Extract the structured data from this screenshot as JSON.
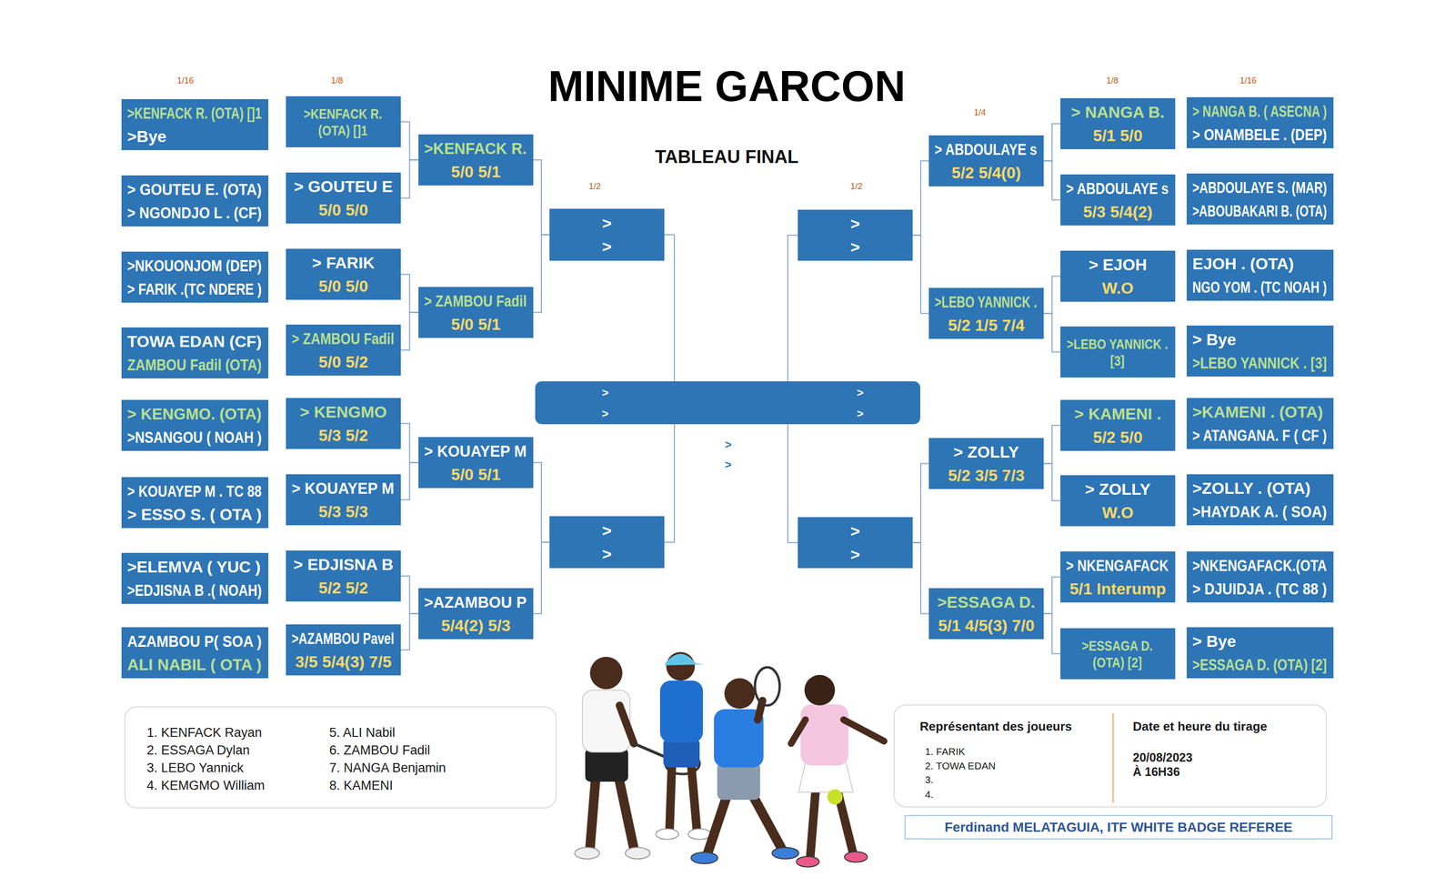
{
  "diagram": {
    "title": "MINIME GARCON",
    "nodes": [
      {
        "text": [
          ">KENFACK R. (OTA) []1",
          ">Bye"
        ]
      },
      {
        "text": [
          "> GOUTEU E. (OTA)",
          "> NGONDJO L . (CF)"
        ]
      },
      {
        "text": [
          ">NKOUONJOM (DEP)",
          "> FARIK .(TC NDERE )"
        ]
      },
      {
        "text": [
          "TOWA EDAN (CF)",
          "ZAMBOU Fadil (OTA)"
        ]
      },
      {
        "text": [
          "> KENGMO. (OTA)",
          ">NSANGOU ( NOAH )"
        ]
      },
      {
        "text": [
          "> KOUAYEP M . TC 88",
          "> ESSO S. ( OTA )"
        ]
      },
      {
        "text": [
          ">ELEMVA ( YUC )",
          ">EDJISNA B .( NOAH)"
        ]
      },
      {
        "text": [
          "AZAMBOU P( SOA )",
          "ALI NABIL ( OTA )"
        ]
      },
      {
        "text": [
          ">KENFACK R. (OTA) []1"
        ]
      },
      {
        "text": [
          "> GOUTEU E",
          "5/0 5/0"
        ]
      },
      {
        "text": [
          "> FARIK",
          "5/0 5/0"
        ]
      },
      {
        "text": [
          "> ZAMBOU Fadil",
          "5/0 5/2"
        ]
      },
      {
        "text": [
          "> KENGMO",
          "5/3 5/2"
        ]
      },
      {
        "text": [
          "> KOUAYEP M",
          "5/3 5/3"
        ]
      },
      {
        "text": [
          "> EDJISNA B",
          "5/2 5/2"
        ]
      },
      {
        "text": [
          ">AZAMBOU Pavel",
          "3/5 5/4(3) 7/5"
        ]
      },
      {
        "text": [
          ">KENFACK R.",
          "5/0 5/1"
        ]
      },
      {
        "text": [
          "> ZAMBOU Fadil",
          "5/0 5/1"
        ]
      },
      {
        "text": [
          "> KOUAYEP M",
          "5/0 5/1"
        ]
      },
      {
        "text": [
          ">AZAMBOU P",
          "5/4(2) 5/3"
        ]
      },
      {
        "text": [
          ">",
          ">"
        ]
      },
      {
        "text": [
          ">",
          ">"
        ]
      },
      {
        "text": [
          ">",
          ">",
          ">",
          ">"
        ]
      },
      {
        "text": [
          ">",
          ">"
        ]
      },
      {
        "text": [
          ">",
          ">"
        ]
      },
      {
        "text": [
          "> ABDOULAYE s",
          "5/2 5/4(0)"
        ]
      },
      {
        "text": [
          ">LEBO YANNICK .",
          "5/2 1/5 7/4"
        ]
      },
      {
        "text": [
          "> ZOLLY",
          "5/2 3/5 7/3"
        ]
      },
      {
        "text": [
          ">ESSAGA D.",
          "5/1 4/5(3) 7/0"
        ]
      },
      {
        "text": [
          "> NANGA B.",
          "5/1 5/0"
        ]
      },
      {
        "text": [
          "> ABDOULAYE s",
          "5/3 5/4(2)"
        ]
      },
      {
        "text": [
          "> EJOH",
          "W.O"
        ]
      },
      {
        "text": [
          ">LEBO YANNICK . [3]"
        ]
      },
      {
        "text": [
          "> KAMENI .",
          "5/2 5/0"
        ]
      },
      {
        "text": [
          "> ZOLLY",
          "W.O"
        ]
      },
      {
        "text": [
          "> NKENGAFACK",
          "5/1 Interump"
        ]
      },
      {
        "text": [
          ">ESSAGA D. (OTA) [2]"
        ]
      },
      {
        "text": [
          "> NANGA B. ( ASECNA )",
          "> ONAMBELE . (DEP)"
        ]
      },
      {
        "text": [
          ">ABDOULAYE S. (MAR)",
          ">ABOUBAKARI B. (OTA)"
        ]
      },
      {
        "text": [
          "EJOH . (OTA)",
          "NGO YOM . (TC NOAH )"
        ]
      },
      {
        "text": [
          "> Bye",
          ">LEBO YANNICK . [3]"
        ]
      },
      {
        "text": [
          ">KAMENI . (OTA)",
          "> ATANGANA. F ( CF )"
        ]
      },
      {
        "text": [
          ">ZOLLY . (OTA)",
          ">HAYDAK A. ( SOA)"
        ]
      },
      {
        "text": [
          ">NKENGAFACK.(OTA",
          "> DJUIDJA . (TC 88 )"
        ]
      },
      {
        "text": [
          "> Bye",
          ">ESSAGA D. (OTA) [2]"
        ]
      },
      {
        "text": [
          "1. KENFACK Rayan",
          "2. ESSAGA Dylan",
          "3. LEBO Yannick",
          "4. KEMGMO William",
          "5. ALI Nabil",
          "6. ZAMBOU Fadil",
          "7. NANGA Benjamin",
          "8. KAMENI"
        ]
      },
      {
        "text": [
          "Représentant des joueurs",
          "1. FARIK",
          "2. TOWA EDAN",
          "3.",
          "4.",
          "Date et heure du tirage",
          "20/08/2023 À 16H36"
        ]
      },
      {
        "text": [
          "Ferdinand MELATAGUIA, ITF WHITE BADGE REFEREE"
        ]
      }
    ],
    "edges": [
      {
        "from": 8,
        "to": 16,
        "arrow": "none"
      },
      {
        "from": 9,
        "to": 16,
        "arrow": "none"
      },
      {
        "from": 10,
        "to": 17,
        "arrow": "none"
      },
      {
        "from": 11,
        "to": 17,
        "arrow": "none"
      },
      {
        "from": 12,
        "to": 18,
        "arrow": "none"
      },
      {
        "from": 13,
        "to": 18,
        "arrow": "none"
      },
      {
        "from": 14,
        "to": 19,
        "arrow": "none"
      },
      {
        "from": 15,
        "to": 19,
        "arrow": "none"
      },
      {
        "from": 16,
        "to": 20,
        "arrow": "none"
      },
      {
        "from": 17,
        "to": 20,
        "arrow": "none"
      },
      {
        "from": 18,
        "to": 21,
        "arrow": "none"
      },
      {
        "from": 19,
        "to": 21,
        "arrow": "none"
      },
      {
        "from": 20,
        "to": 22,
        "arrow": "none"
      },
      {
        "from": 21,
        "to": 22,
        "arrow": "none"
      },
      {
        "from": 29,
        "to": 25,
        "arrow": "none"
      },
      {
        "from": 30,
        "to": 25,
        "arrow": "none"
      },
      {
        "from": 31,
        "to": 26,
        "arrow": "none"
      },
      {
        "from": 32,
        "to": 26,
        "arrow": "none"
      },
      {
        "from": 33,
        "to": 27,
        "arrow": "none"
      },
      {
        "from": 34,
        "to": 27,
        "arrow": "none"
      },
      {
        "from": 35,
        "to": 28,
        "arrow": "none"
      },
      {
        "from": 36,
        "to": 28,
        "arrow": "none"
      },
      {
        "from": 25,
        "to": 23,
        "arrow": "none"
      },
      {
        "from": 26,
        "to": 23,
        "arrow": "none"
      },
      {
        "from": 27,
        "to": 24,
        "arrow": "none"
      },
      {
        "from": 28,
        "to": 24,
        "arrow": "none"
      },
      {
        "from": 23,
        "to": 22,
        "arrow": "none"
      },
      {
        "from": 24,
        "to": 22,
        "arrow": "none"
      }
    ],
    "labels": [
      "TABLEAU FINAL",
      "1/16",
      "1/8",
      "1/2",
      "1/4",
      "1/2",
      "1/8",
      "1/16",
      ">",
      ">"
    ]
  }
}
